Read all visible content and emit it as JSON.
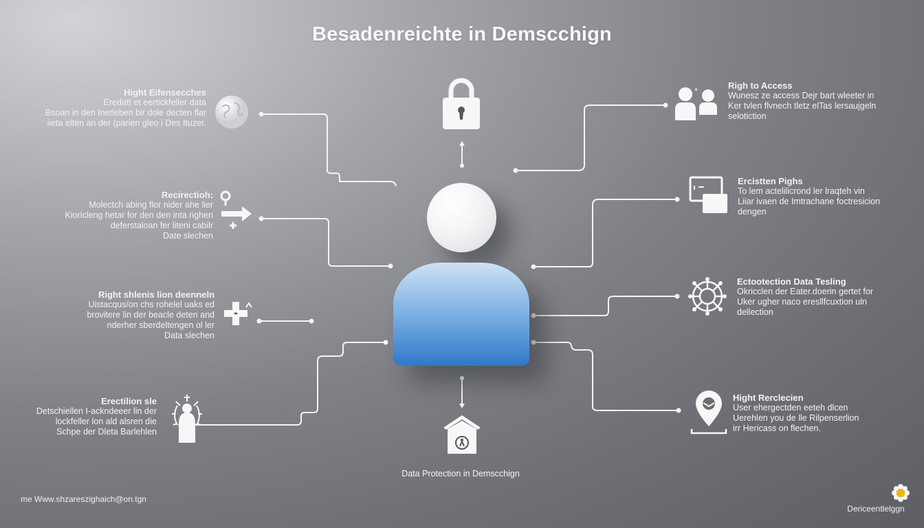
{
  "title": "Besadenreichte in Demscchign",
  "center": {
    "figure": "user-figure",
    "top_icon": "padlock-icon",
    "bottom_icon": "house-icon",
    "caption": "Data Protection in Demscchign"
  },
  "left_items": [
    {
      "icon": "globe-icon",
      "heading": "Hight Eifensecches",
      "lines": [
        "Eredatt et eertickfeller data",
        "Bsoan in den Inetleben bir dole decten flar",
        "iieta elten an der (parien gleo i Des Ituzer."
      ]
    },
    {
      "icon": "arrow-right-icon",
      "heading": "Recirectioh:",
      "lines": [
        "Molectch abing flor nider ahe lier",
        "Kiorlcleng hetar for den den inta righen",
        "deferstaloan fer liteni cabilr",
        "Date slechen"
      ]
    },
    {
      "icon": "cross-plus-icon",
      "heading": "Right shlenis lion deenneln",
      "lines": [
        "Uistacqus/on chs rohelel uaks ed",
        "brovitere lin der beacle deten and",
        "nderher sberdeltengen ol ler",
        "Data slechen"
      ]
    },
    {
      "icon": "person-radiating-icon",
      "heading": "Erectilion sle",
      "lines": [
        "Detschiellen I-ackndeeer lin der",
        "lockfeller lon ald alsren die",
        "Schpe der Dleta Barlehlen"
      ]
    }
  ],
  "right_items": [
    {
      "icon": "two-users-icon",
      "heading": "Righ to Access",
      "lines": [
        "Wunesz ze access  Dejr bart wleeter in",
        "Ker tvlen flvnech tletz elTas lersaujgeln",
        "selotiction"
      ]
    },
    {
      "icon": "documents-icon",
      "heading": "Ercistten Pighs",
      "lines": [
        "To lem actelilicrond ler lraqteh vin",
        "Liiar ivaen de Imtrachane foctresicion",
        "dengen"
      ]
    },
    {
      "icon": "network-wheel-icon",
      "heading": "Ectootection Data Tesling",
      "lines": [
        "Okricclen der Eater.doerin gertet for",
        "Uker ugher naco eresllfcuxtion uln",
        "dellection"
      ]
    },
    {
      "icon": "location-pin-icon",
      "heading": "Hight Rerclecien",
      "lines": [
        "User ehergectden eeteh dlcen",
        "Uerehlen you de lle Rilpenserlion",
        "irr Hericass on flechen."
      ]
    }
  ],
  "footer": {
    "left": "me Www.shzareszighaich@on.tgn",
    "right": "Dericeentlelggn",
    "logo": "flower-logo-icon"
  },
  "colors": {
    "accent_blue": "#2f79c8",
    "line_white": "#f4f4f6",
    "bg_dark": "#5d5f64",
    "bg_light": "#d2d3d6",
    "logo_yellow": "#f5b400"
  }
}
